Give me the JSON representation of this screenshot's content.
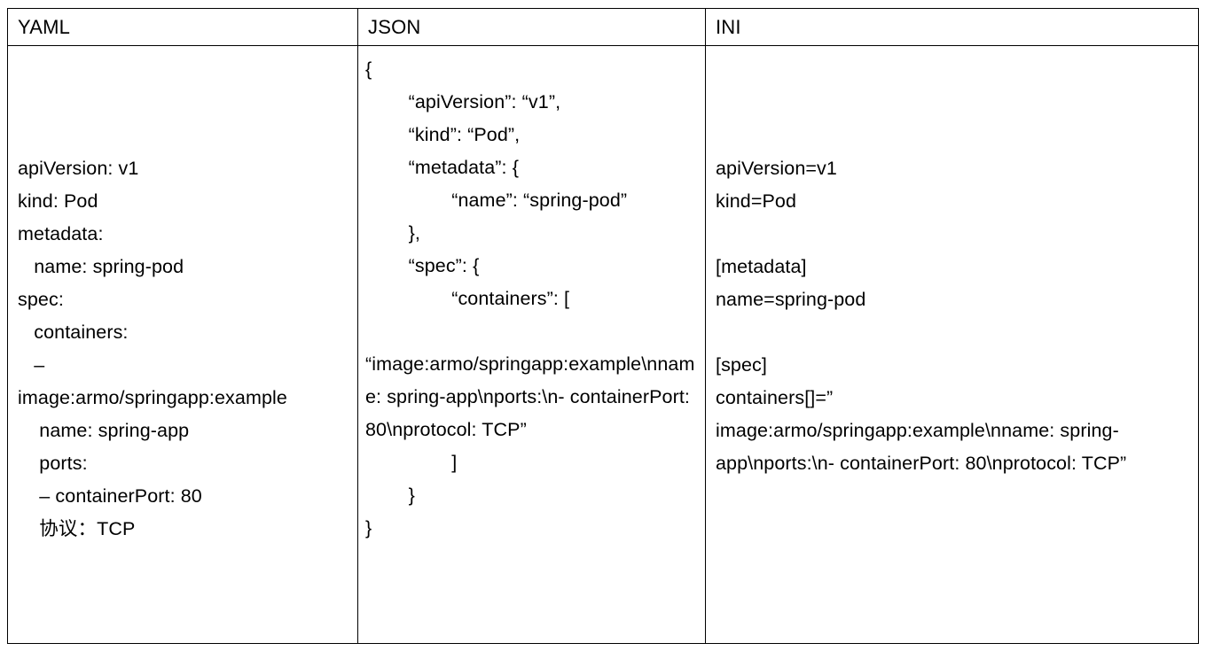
{
  "table": {
    "columns": [
      {
        "header": "YAML",
        "key": "yaml"
      },
      {
        "header": "JSON",
        "key": "json"
      },
      {
        "header": "INI",
        "key": "ini"
      }
    ],
    "cells": {
      "yaml": "apiVersion: v1\nkind: Pod\nmetadata:\n   name: spring-pod\nspec:\n   containers:\n   –\nimage:armo/springapp:example\n    name: spring-app\n    ports:\n    – containerPort: 80\n    协议：TCP",
      "json": "{\n        “apiVersion”: “v1”,\n        “kind”: “Pod”,\n        “metadata”: {\n                “name”: “spring-pod”\n        },\n        “spec”: {\n                “containers”: [\n\n“image:armo/springapp:example\\nname: spring-app\\nports:\\n- containerPort: 80\\nprotocol: TCP”\n                ]\n        }\n}",
      "ini": "apiVersion=v1\nkind=Pod\n\n[metadata]\nname=spring-pod\n\n[spec]\ncontainers[]=”\nimage:armo/springapp:example\\nname: spring-app\\nports:\\n- containerPort: 80\\nprotocol: TCP”"
    }
  },
  "colors": {
    "text": "#000000",
    "border": "#000000",
    "background": "#ffffff"
  }
}
